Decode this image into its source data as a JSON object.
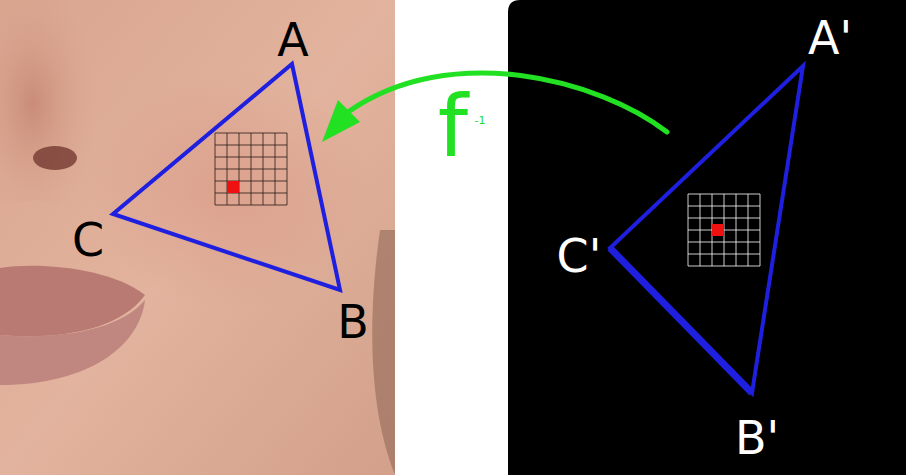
{
  "diagram": {
    "labels": [
      "A",
      "B",
      "C",
      "A'",
      "B'",
      "C'",
      "f",
      "-1"
    ]
  }
}
